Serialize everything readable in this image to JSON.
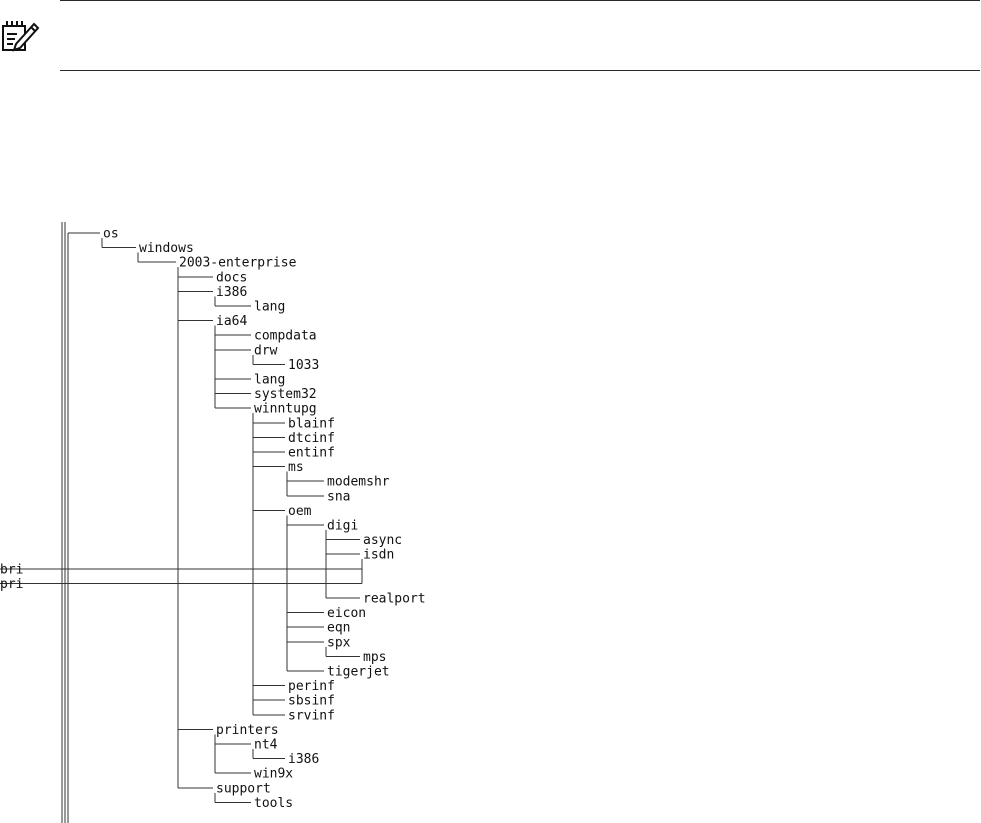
{
  "note": {
    "icon": "note-pencil-icon"
  },
  "tree": {
    "nodes": [
      {
        "label": "os",
        "depth": 0,
        "last": false
      },
      {
        "label": "windows",
        "depth": 1,
        "last": true
      },
      {
        "label": "2003-enterprise",
        "depth": 2,
        "last": true
      },
      {
        "label": "docs",
        "depth": 3,
        "last": false
      },
      {
        "label": "i386",
        "depth": 3,
        "last": false
      },
      {
        "label": "lang",
        "depth": 4,
        "last": true
      },
      {
        "label": "ia64",
        "depth": 3,
        "last": false
      },
      {
        "label": "compdata",
        "depth": 4,
        "last": false
      },
      {
        "label": "drw",
        "depth": 4,
        "last": false
      },
      {
        "label": "1033",
        "depth": 5,
        "last": true
      },
      {
        "label": "lang",
        "depth": 4,
        "last": false
      },
      {
        "label": "system32",
        "depth": 4,
        "last": false
      },
      {
        "label": "winntupg",
        "depth": 4,
        "last": true
      },
      {
        "label": "blainf",
        "depth": 5,
        "last": false
      },
      {
        "label": "dtcinf",
        "depth": 5,
        "last": false
      },
      {
        "label": "entinf",
        "depth": 5,
        "last": false
      },
      {
        "label": "ms",
        "depth": 5,
        "last": false
      },
      {
        "label": "modemshr",
        "depth": 6,
        "last": false
      },
      {
        "label": "sna",
        "depth": 6,
        "last": true
      },
      {
        "label": "oem",
        "depth": 5,
        "last": false
      },
      {
        "label": "digi",
        "depth": 6,
        "last": false
      },
      {
        "label": "async",
        "depth": 7,
        "last": false
      },
      {
        "label": "isdn",
        "depth": 7,
        "last": false
      },
      {
        "label": "bri",
        "depth": 8,
        "last": false
      },
      {
        "label": "pri",
        "depth": 8,
        "last": true
      },
      {
        "label": "realport",
        "depth": 7,
        "last": true
      },
      {
        "label": "eicon",
        "depth": 6,
        "last": false
      },
      {
        "label": "eqn",
        "depth": 6,
        "last": false
      },
      {
        "label": "spx",
        "depth": 6,
        "last": false
      },
      {
        "label": "mps",
        "depth": 7,
        "last": true
      },
      {
        "label": "tigerjet",
        "depth": 6,
        "last": true
      },
      {
        "label": "perinf",
        "depth": 5,
        "last": false
      },
      {
        "label": "sbsinf",
        "depth": 5,
        "last": false
      },
      {
        "label": "srvinf",
        "depth": 5,
        "last": true
      },
      {
        "label": "printers",
        "depth": 3,
        "last": false
      },
      {
        "label": "nt4",
        "depth": 4,
        "last": false
      },
      {
        "label": "i386",
        "depth": 5,
        "last": true
      },
      {
        "label": "win9x",
        "depth": 4,
        "last": true
      },
      {
        "label": "support",
        "depth": 3,
        "last": true
      },
      {
        "label": "tools",
        "depth": 4,
        "last": true
      }
    ]
  }
}
